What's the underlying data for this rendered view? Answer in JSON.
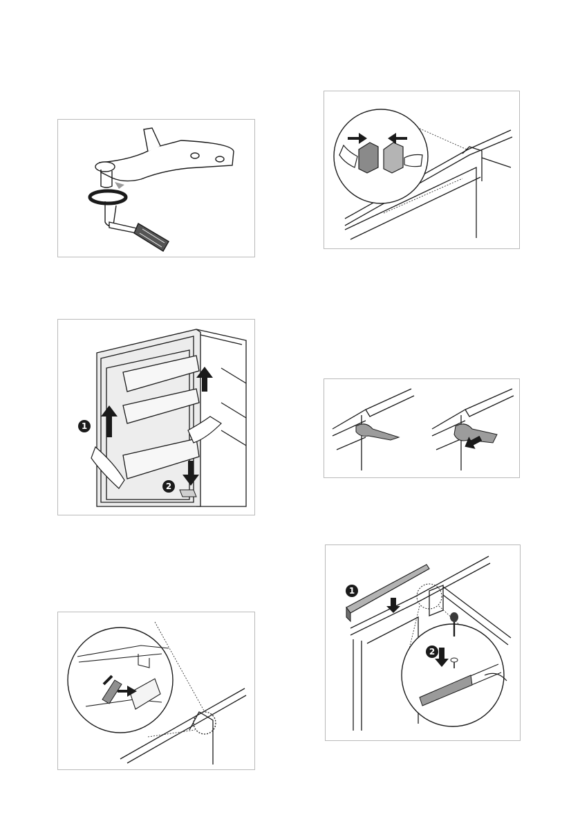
{
  "figures": [
    {
      "id": "hinge-pin",
      "subject": "hinge-pin-adjustment"
    },
    {
      "id": "door-remove",
      "subject": "door-lift-off",
      "steps": [
        "1",
        "2"
      ]
    },
    {
      "id": "screw-insert",
      "subject": "hinge-screw-insertion"
    },
    {
      "id": "magnet-blocks",
      "subject": "door-closer-blocks"
    },
    {
      "id": "hinge-cover",
      "subject": "hinge-cover-fitting"
    },
    {
      "id": "cover-strip",
      "subject": "top-cover-strip-fitting",
      "steps": [
        "1",
        "2"
      ]
    }
  ],
  "colors": {
    "line": "#1a1a1a",
    "frame": "#b9b9b9",
    "fill_grey": "#9a9a9a",
    "fill_light": "#e6e6e6"
  }
}
